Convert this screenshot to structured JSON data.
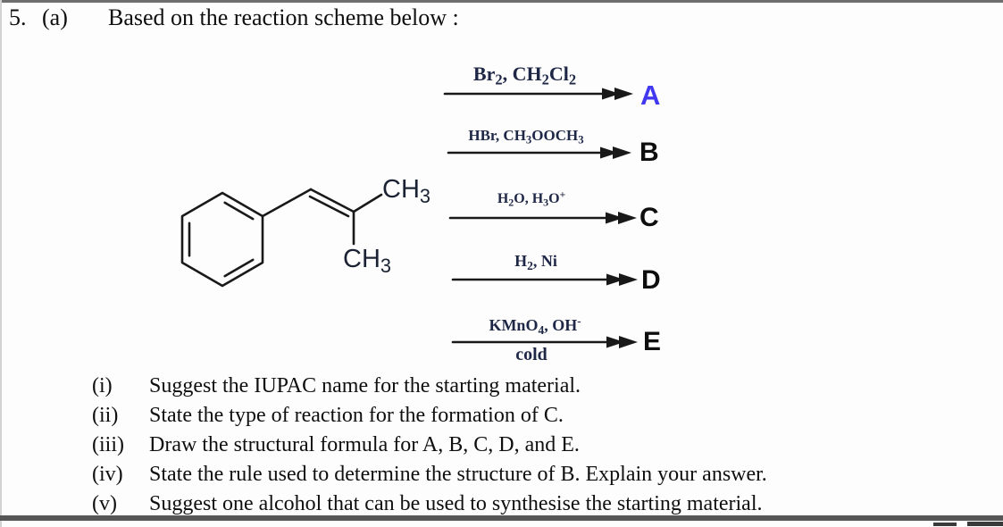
{
  "header": {
    "question_number": "5.",
    "part_label": "(a)",
    "title": "Based on the reaction scheme below :"
  },
  "scheme": {
    "starting_material": {
      "methyl_top": "CH_3_",
      "methyl_bottom": "CH_3_"
    },
    "reactions": [
      {
        "reagents": "Br_2_, CH_2_Cl_2_",
        "conditions": "",
        "product": "A"
      },
      {
        "reagents": "HBr, CH_3_OOCH_3_",
        "conditions": "",
        "product": "B"
      },
      {
        "reagents": "H_2_O, H_3_O^+^",
        "conditions": "",
        "product": "C"
      },
      {
        "reagents": "H_2_, Ni",
        "conditions": "",
        "product": "D"
      },
      {
        "reagents": "KMnO_4_, OH^-^",
        "conditions": "cold",
        "product": "E"
      }
    ]
  },
  "questions": [
    {
      "numeral": "(i)",
      "text": "Suggest the IUPAC name for the starting material."
    },
    {
      "numeral": "(ii)",
      "text": "State the type of reaction for the formation of C."
    },
    {
      "numeral": "(iii)",
      "text": "Draw the structural formula for A, B, C, D, and E."
    },
    {
      "numeral": "(iv)",
      "text": "State the rule used to determine the structure of B. Explain your answer."
    },
    {
      "numeral": "(v)",
      "text": "Suggest one alcohol that can be used to synthesise the starting material."
    }
  ],
  "colors": {
    "product_a_blue": "#4238f0",
    "ink": "#0f0f0f",
    "reagent_ink": "#1e2746",
    "rule_gray": "#565656"
  }
}
